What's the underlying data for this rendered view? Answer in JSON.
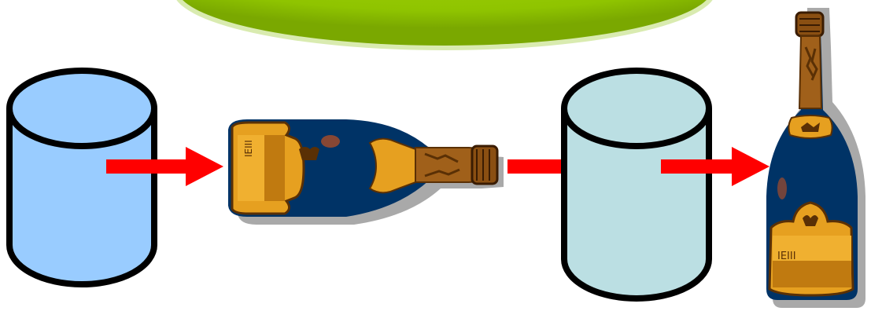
{
  "diagram": {
    "steps": [
      {
        "kind": "cylinder",
        "name": "source-container",
        "fill": "#99ccff"
      },
      {
        "kind": "bottle",
        "orientation": "horizontal"
      },
      {
        "kind": "cylinder",
        "name": "second-container",
        "fill": "#bbdfe3"
      },
      {
        "kind": "bottle",
        "orientation": "vertical"
      }
    ],
    "arrows": 3,
    "colors": {
      "banner_green": "#99cc00",
      "arrow_red": "#ff0000",
      "cylinder_stroke": "#000000",
      "bottle_navy": "#003366",
      "label_gold": "#e6a020",
      "neck_brown": "#8a4f12"
    }
  }
}
